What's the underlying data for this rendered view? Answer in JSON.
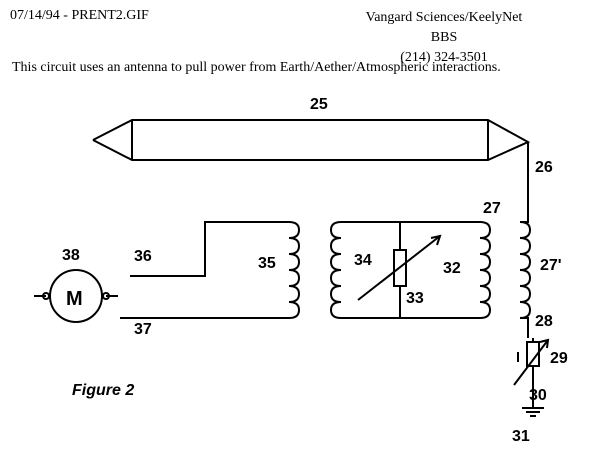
{
  "header": {
    "left": "07/14/94 - PRENT2.GIF",
    "right_line1": "Vangard Sciences/KeelyNet BBS",
    "right_line2": "(214) 324-3501"
  },
  "caption": "This circuit uses an antenna to pull power from Earth/Aether/Atmospheric interactions.",
  "diagram": {
    "figure_label": "Figure  2",
    "motor_symbol": "M",
    "labels": {
      "l25": "25",
      "l26": "26",
      "l27": "27",
      "l27p": "27'",
      "l28": "28",
      "l29": "29",
      "l30": "30",
      "l31": "31",
      "l32": "32",
      "l33": "33",
      "l34": "34",
      "l35": "35",
      "l36": "36",
      "l37": "37",
      "l38": "38"
    }
  }
}
